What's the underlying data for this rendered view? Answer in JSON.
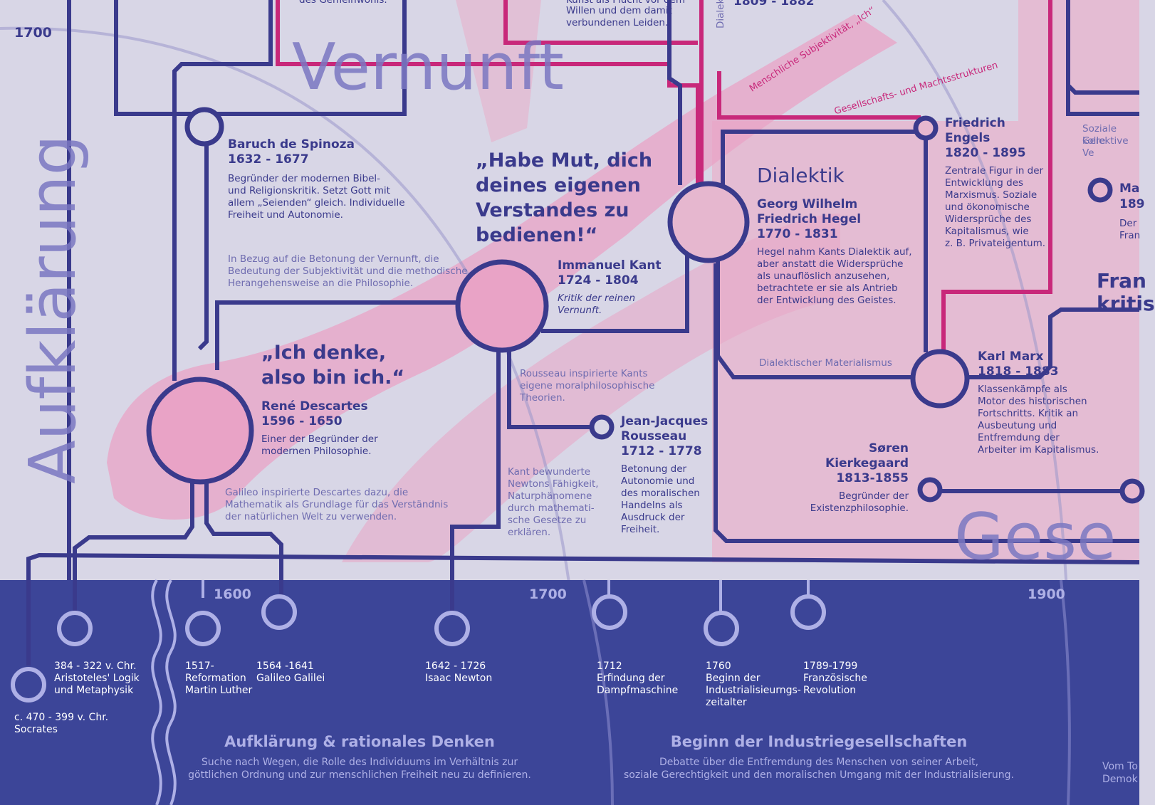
{
  "colors": {
    "background": "#d8d6e6",
    "line_blue": "#3a3a8c",
    "line_magenta": "#c8287a",
    "pink_band": "#e08ab0",
    "timeline_bg": "#3c4598",
    "timeline_accent": "#aeb0e6"
  },
  "big_words": {
    "aufklaerung": "Aufklärung",
    "vernunft": "Vernunft",
    "gesellschaft_partial": "Gese"
  },
  "top_fragments": {
    "frag1": "des Gemeinwohls.",
    "frag2a": "Kunst als Flucht vor dem",
    "frag2b": "Willen und dem damit",
    "frag2c": "verbundenen Leiden.",
    "frag3": "1809 - 1882",
    "frag4": "Dialek"
  },
  "year_top": "1700",
  "curved_labels": {
    "subjektivitaet": "Menschliche Subjektivität, „Ich“",
    "gesellschaft": "Gesellschafts- und Machtsstrukturen"
  },
  "spinoza": {
    "name": "Baruch de Spinoza",
    "years": "1632 - 1677",
    "desc1": "Begründer der modernen Bibel-",
    "desc2": "und Religionskritik. Setzt Gott mit",
    "desc3": "allem „Seienden“ gleich. Individuelle",
    "desc4": "Freiheit und Autonomie."
  },
  "note_vernunft": {
    "l1": "In Bezug auf die Betonung der Vernunft, die",
    "l2": "Bedeutung der Subjektivität und die methodische",
    "l3": "Herangehensweise an die Philosophie."
  },
  "quote_kant": {
    "l1": "„Habe Mut, dich",
    "l2": "deines eigenen",
    "l3": "Verstandes zu",
    "l4": "bedienen!“"
  },
  "kant": {
    "name": "Immanuel Kant",
    "years": "1724 - 1804",
    "work1": "Kritik der reinen",
    "work2": "Vernunft."
  },
  "quote_descartes": {
    "l1": "„Ich denke,",
    "l2": "also bin ich.“"
  },
  "descartes": {
    "name": "René Descartes",
    "years": "1596 - 1650",
    "desc1": "Einer der Begründer der",
    "desc2": "modernen Philosophie."
  },
  "note_galileo": {
    "l1": "Galileo inspirierte Descartes dazu, die",
    "l2": "Mathematik als Grundlage für das Verständnis",
    "l3": "der natürlichen Welt zu verwenden."
  },
  "note_rousseau": {
    "l1": "Rousseau inspirierte Kants",
    "l2": "eigene moralphilosophische",
    "l3": "Theorien."
  },
  "rousseau": {
    "name1": "Jean-Jacques",
    "name2": "Rousseau",
    "years": "1712 - 1778",
    "desc1": "Betonung der",
    "desc2": "Autonomie und",
    "desc3": "des moralischen",
    "desc4": "Handelns als",
    "desc5": "Ausdruck der",
    "desc6": "Freiheit."
  },
  "note_newton": {
    "l1": "Kant bewunderte",
    "l2": "Newtons Fähigkeit,",
    "l3": "Naturphänomene",
    "l4": "durch mathemati-",
    "l5": "sche Gesetze zu",
    "l6": "erklären."
  },
  "dialektik": {
    "title": "Dialektik"
  },
  "hegel": {
    "name1": "Georg Wilhelm",
    "name2": "Friedrich Hegel",
    "years": "1770 - 1831",
    "desc1": "Hegel nahm Kants Dialektik auf,",
    "desc2": "aber anstatt die Widersprüche",
    "desc3": "als unauflöslich anzusehen,",
    "desc4": "betrachtete er sie als Antrieb",
    "desc5": "der Entwicklung des Geistes."
  },
  "note_materialismus": "Dialektischer Materialismus",
  "engels": {
    "name1": "Friedrich",
    "name2": "Engels",
    "years": "1820 - 1895",
    "desc1": "Zentrale Figur in der",
    "desc2": "Entwicklung des",
    "desc3": "Marxismus. Soziale",
    "desc4": "und ökonomische",
    "desc5": "Widersprüche des",
    "desc6": "Kapitalismus, wie",
    "desc7": "z. B. Privateigentum."
  },
  "marx": {
    "name": "Karl Marx",
    "years": "1818 - 1883",
    "desc1": "Klassenkämpfe als",
    "desc2": "Motor des historischen",
    "desc3": "Fortschritts. Kritik an",
    "desc4": "Ausbeutung und",
    "desc5": "Entfremdung der",
    "desc6": "Arbeiter im Kapitalismus."
  },
  "kierkegaard": {
    "name1": "Søren",
    "name2": "Kierkegaard",
    "years": "1813-1855",
    "desc1": "Begründer der",
    "desc2": "Existenzphilosophie."
  },
  "right_fragments": {
    "soz1": "Soziale Gere",
    "soz2": "kollektive Ve",
    "ma": "Ma",
    "n189": "189",
    "der": "Der",
    "fran": "Fran",
    "fran2": "Fran",
    "kritis": "kritis"
  },
  "timeline": {
    "ticks": {
      "t1600": "1600",
      "t1700": "1700",
      "t1900": "1900"
    },
    "events": {
      "aristoteles1": "384 - 322 v. Chr.",
      "aristoteles2": "Aristoteles' Logik",
      "aristoteles3": "und Metaphysik",
      "socrates1": "c. 470 - 399 v. Chr.",
      "socrates2": "Socrates",
      "luther1": "1517-",
      "luther2": "Reformation",
      "luther3": "Martin Luther",
      "galilei1": "1564 -1641",
      "galilei2": "Galileo Galilei",
      "newton1": "1642 - 1726",
      "newton2": "Isaac Newton",
      "dampf1": "1712",
      "dampf2": "Erfindung der",
      "dampf3": "Dampfmaschine",
      "indus1": "1760",
      "indus2": "Beginn der",
      "indus3": "Industrialisieurngs-",
      "indus4": "zeitalter",
      "rev1": "1789-1799",
      "rev2": "Französische",
      "rev3": "Revolution"
    },
    "eras": {
      "aufk_title": "Aufklärung & rationales Denken",
      "aufk_d1": "Suche nach Wegen, die Rolle des Individuums im Verhältnis zur",
      "aufk_d2": "göttlichen Ordnung und zur menschlichen Freiheit neu zu definieren.",
      "ind_title": "Beginn der Industriegesellschaften",
      "ind_d1": "Debatte über die Entfremdung des Menschen von seiner Arbeit,",
      "ind_d2": "soziale Gerechtigkeit und den moralischen Umgang mit der Industrialisierung.",
      "right_d1": "Vom To",
      "right_d2": "Demok"
    }
  }
}
